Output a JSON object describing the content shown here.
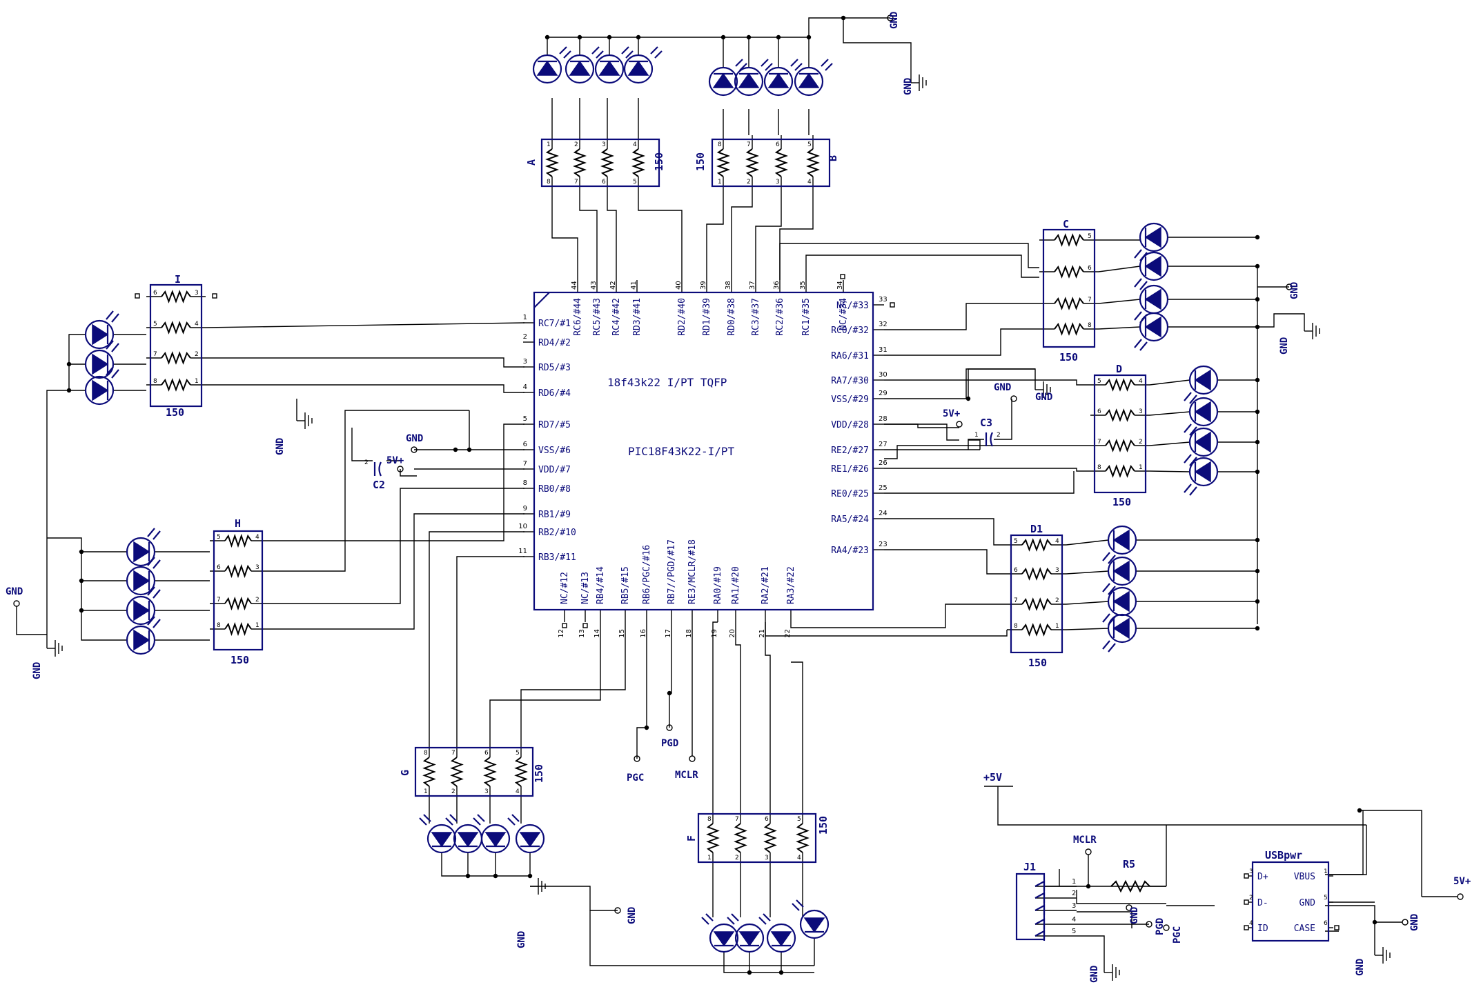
{
  "chip": {
    "title": "18f43k22 I/PT   TQFP",
    "part": "PIC18F43K22-I/PT",
    "left_pins": [
      {
        "n": "1",
        "label": "RC7/#1"
      },
      {
        "n": "2",
        "label": "RD4/#2"
      },
      {
        "n": "3",
        "label": "RD5/#3"
      },
      {
        "n": "4",
        "label": "RD6/#4"
      },
      {
        "n": "5",
        "label": "RD7/#5"
      },
      {
        "n": "6",
        "label": "VSS/#6"
      },
      {
        "n": "7",
        "label": "VDD/#7"
      },
      {
        "n": "8",
        "label": "RB0/#8"
      },
      {
        "n": "9",
        "label": "RB1/#9"
      },
      {
        "n": "10",
        "label": "RB2/#10"
      },
      {
        "n": "11",
        "label": "RB3/#11"
      }
    ],
    "right_pins": [
      {
        "n": "33",
        "label": "NC/#33"
      },
      {
        "n": "32",
        "label": "RC0/#32"
      },
      {
        "n": "31",
        "label": "RA6/#31"
      },
      {
        "n": "30",
        "label": "RA7/#30"
      },
      {
        "n": "29",
        "label": "VSS/#29"
      },
      {
        "n": "28",
        "label": "VDD/#28"
      },
      {
        "n": "27",
        "label": "RE2/#27"
      },
      {
        "n": "26",
        "label": "RE1/#26"
      },
      {
        "n": "25",
        "label": "RE0/#25"
      },
      {
        "n": "24",
        "label": "RA5/#24"
      },
      {
        "n": "23",
        "label": "RA4/#23"
      }
    ],
    "top_pins": [
      {
        "n": "44",
        "label": "RC6/#44"
      },
      {
        "n": "43",
        "label": "RC5/#43"
      },
      {
        "n": "42",
        "label": "RC4/#42"
      },
      {
        "n": "41",
        "label": "RD3/#41"
      },
      {
        "n": "40",
        "label": "RD2/#40"
      },
      {
        "n": "39",
        "label": "RD1/#39"
      },
      {
        "n": "38",
        "label": "RD0/#38"
      },
      {
        "n": "37",
        "label": "RC3/#37"
      },
      {
        "n": "36",
        "label": "RC2/#36"
      },
      {
        "n": "35",
        "label": "RC1/#35"
      },
      {
        "n": "34",
        "label": "NC/#34"
      }
    ],
    "bottom_pins": [
      {
        "n": "12",
        "label": "NC/#12"
      },
      {
        "n": "13",
        "label": "NC/#13"
      },
      {
        "n": "14",
        "label": "RB4/#14"
      },
      {
        "n": "15",
        "label": "RB5/#15"
      },
      {
        "n": "16",
        "label": "RB6/PGC/#16"
      },
      {
        "n": "17",
        "label": "RB7//PGD/#17"
      },
      {
        "n": "18",
        "label": "RE3/MCLR/#18"
      },
      {
        "n": "19",
        "label": "RA0/#19"
      },
      {
        "n": "20",
        "label": "RA1/#20"
      },
      {
        "n": "21",
        "label": "RA2/#21"
      },
      {
        "n": "22",
        "label": "RA3/#22"
      }
    ]
  },
  "networks": {
    "A": {
      "name": "A",
      "value": "150"
    },
    "B": {
      "name": "B",
      "value": "150"
    },
    "C": {
      "name": "C",
      "value": "150"
    },
    "D": {
      "name": "D",
      "value": "150"
    },
    "D1": {
      "name": "D1",
      "value": "150"
    },
    "F": {
      "name": "F",
      "value": "150"
    },
    "G": {
      "name": "G",
      "value": "150"
    },
    "H": {
      "name": "H",
      "value": "150"
    },
    "I": {
      "name": "I",
      "value": "150"
    }
  },
  "capacitors": {
    "C2": "C2",
    "C3": "C3",
    "cap_pin1": "1",
    "cap_pin2": "2"
  },
  "nets": {
    "gnd": "GND",
    "vcc": "5V+",
    "pgc": "PGC",
    "pgd": "PGD",
    "mclr": "MCLR",
    "plus5": "+5V"
  },
  "connector_j1": {
    "name": "J1",
    "pins": [
      "1",
      "2",
      "3",
      "4",
      "5"
    ]
  },
  "r5": {
    "name": "R5"
  },
  "usb": {
    "name": "USBpwr",
    "left": [
      {
        "n": "3",
        "label": "D+"
      },
      {
        "n": "2",
        "label": "D-"
      },
      {
        "n": "4",
        "label": "ID"
      }
    ],
    "right": [
      {
        "n": "1",
        "label": "VBUS"
      },
      {
        "n": "5",
        "label": "GND"
      },
      {
        "n": "6",
        "label": "CASE"
      }
    ]
  },
  "pin_nums": {
    "one": "1",
    "two": "2",
    "three": "3",
    "four": "4",
    "five": "5",
    "six": "6",
    "seven": "7",
    "eight": "8"
  },
  "colors": {
    "part": "#0b0b7a",
    "wire": "#000000"
  }
}
